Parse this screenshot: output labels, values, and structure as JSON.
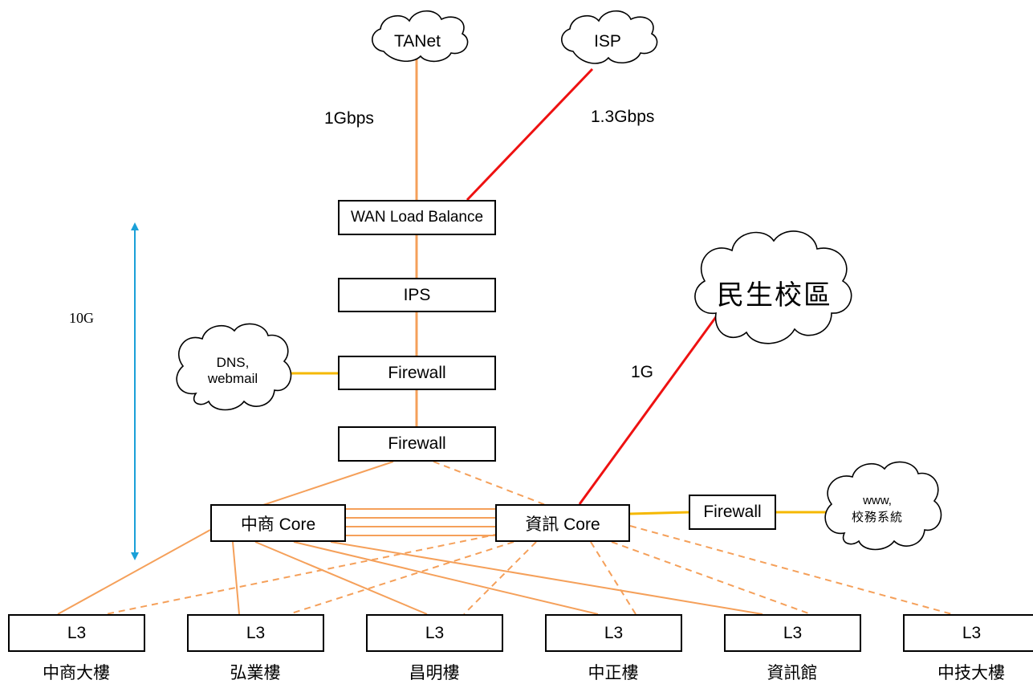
{
  "clouds": {
    "tanet": "TANet",
    "isp": "ISP",
    "minsheng": "民生校區",
    "dns_line1": "DNS,",
    "dns_line2": "webmail",
    "www_line1": "www,",
    "www_line2": "校務系統"
  },
  "links": {
    "tanet_speed": "1Gbps",
    "isp_speed": "1.3Gbps",
    "minsheng_speed": "1G",
    "backbone_speed": "10G"
  },
  "devices": {
    "wan_lb": "WAN Load Balance",
    "ips": "IPS",
    "firewall_1": "Firewall",
    "firewall_2": "Firewall",
    "firewall_3": "Firewall",
    "core_zhongshang": "中商 Core",
    "core_zixun": "資訊 Core"
  },
  "switches": [
    {
      "device": "L3",
      "building": "中商大樓"
    },
    {
      "device": "L3",
      "building": "弘業樓"
    },
    {
      "device": "L3",
      "building": "昌明樓"
    },
    {
      "device": "L3",
      "building": "中正樓"
    },
    {
      "device": "L3",
      "building": "資訊館"
    },
    {
      "device": "L3",
      "building": "中技大樓"
    }
  ],
  "colors": {
    "orange_link": "#f5a05a",
    "red_link": "#ee1111",
    "yellow_link": "#f5b800",
    "blue_arrow": "#1aa0d8",
    "box_border": "#000000"
  }
}
